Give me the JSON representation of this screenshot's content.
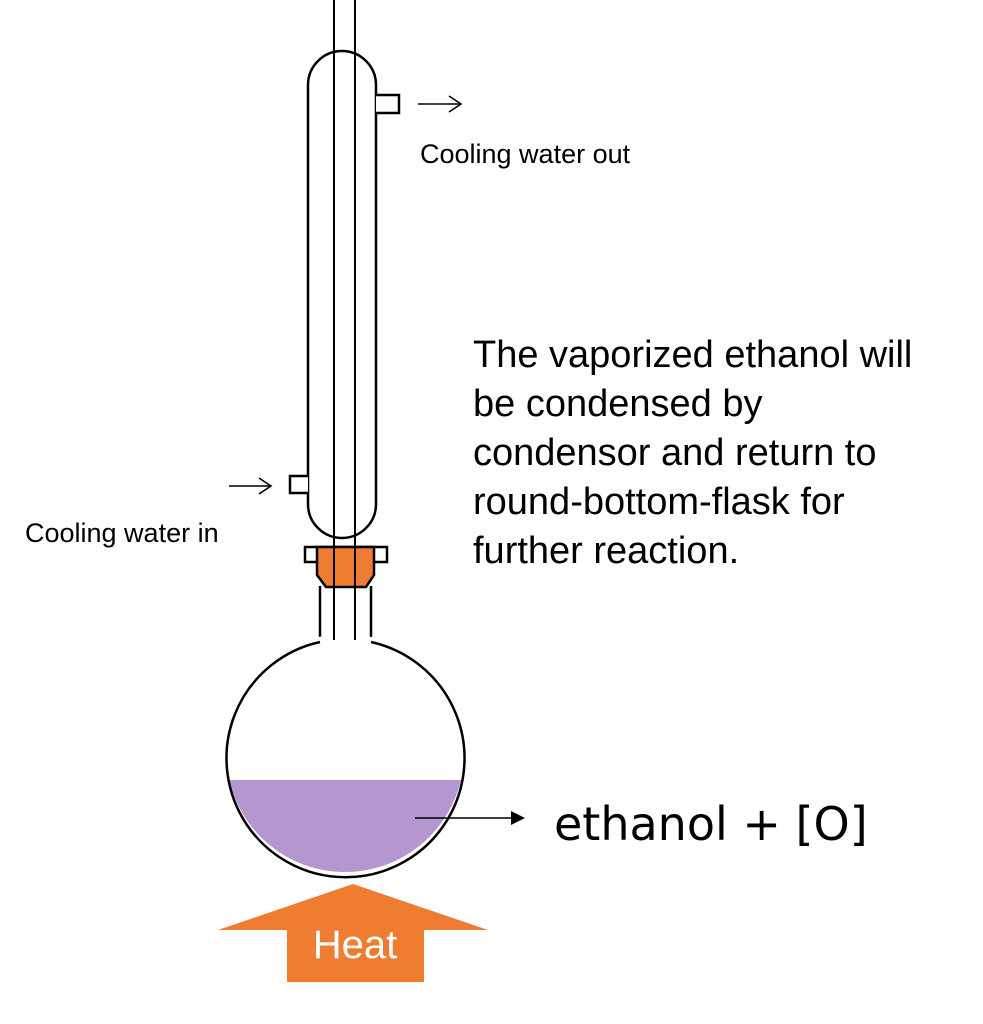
{
  "labels": {
    "water_out": "Cooling water out",
    "water_in": "Cooling water in",
    "mixture": "ethanol + [O]",
    "heat": "Heat"
  },
  "description": [
    "The vaporized ethanol will",
    "be condensed by",
    "condensor and return to",
    "round-bottom-flask for",
    "further reaction."
  ],
  "colors": {
    "liquid": "#b397ce",
    "stopper": "#ee7d31",
    "heat_arrow": "#ee7d31",
    "outline": "#000000"
  }
}
